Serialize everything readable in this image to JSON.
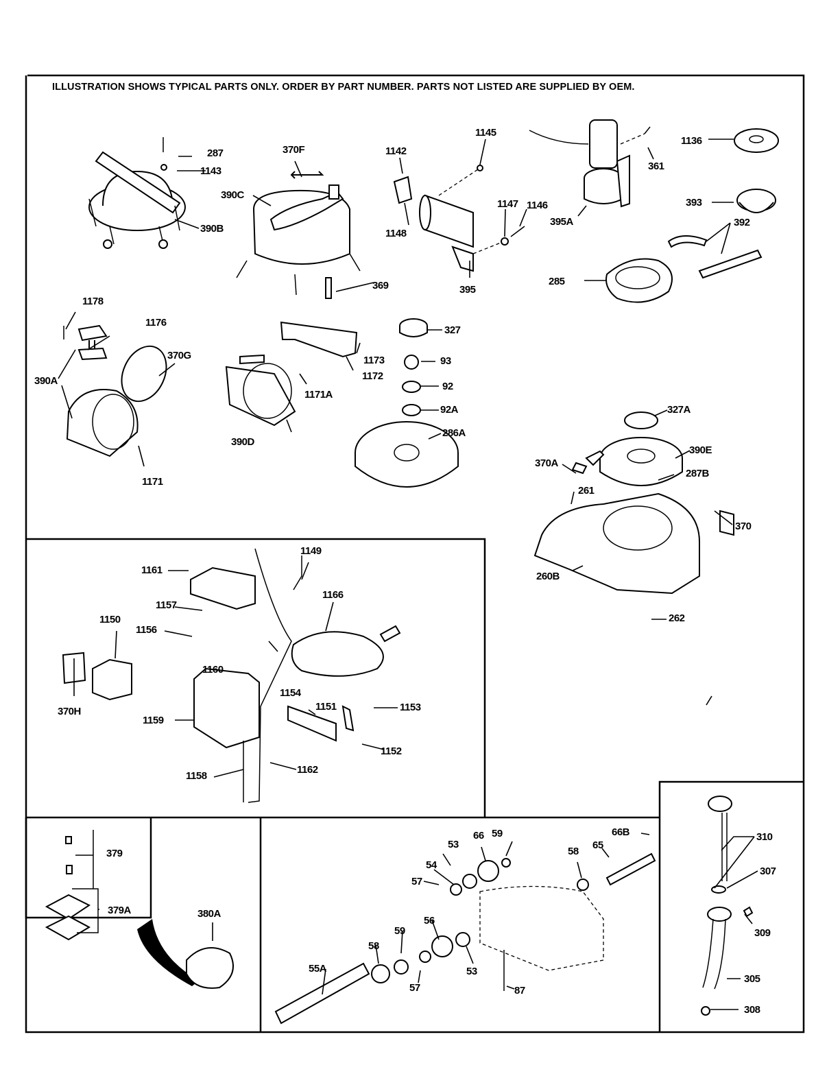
{
  "diagram": {
    "header_note": "ILLUSTRATION SHOWS TYPICAL PARTS ONLY. ORDER BY PART NUMBER. PARTS NOT LISTED ARE SUPPLIED BY OEM.",
    "sections": {
      "starters_top": {
        "labels": [
          "287",
          "1143",
          "390B",
          "370F",
          "390C",
          "369",
          "1142",
          "1148",
          "1145",
          "1147",
          "1146",
          "395",
          "395A",
          "361",
          "1136",
          "393",
          "392",
          "285"
        ]
      },
      "recoil_and_flywheel": {
        "labels": [
          "1178",
          "1176",
          "370G",
          "390A",
          "1171",
          "1171A",
          "390D",
          "1172",
          "1173",
          "327",
          "93",
          "92",
          "92A",
          "286A"
        ]
      },
      "blower_housing": {
        "labels": [
          "327A",
          "390E",
          "370A",
          "287B",
          "261",
          "370",
          "260B",
          "262"
        ]
      },
      "battery_and_wiring": {
        "labels": [
          "1161",
          "1149",
          "1157",
          "1166",
          "1150",
          "1156",
          "1160",
          "370H",
          "1159",
          "1154",
          "1151",
          "1153",
          "1152",
          "1158",
          "1162"
        ]
      },
      "carburetor_kit": {
        "labels": [
          "379",
          "379A",
          "380A"
        ]
      },
      "gear_reduction": {
        "labels": [
          "53",
          "66",
          "59",
          "66B",
          "54",
          "57",
          "58",
          "65",
          "56",
          "59",
          "58",
          "55A",
          "57",
          "53",
          "87"
        ]
      },
      "oil_fill": {
        "labels": [
          "310",
          "307",
          "309",
          "305",
          "308"
        ]
      }
    }
  }
}
